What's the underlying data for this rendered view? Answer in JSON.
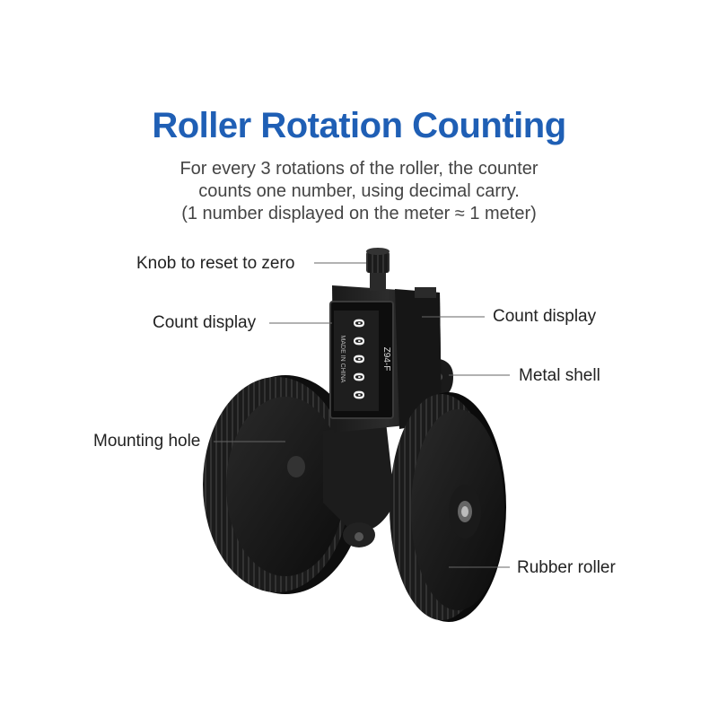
{
  "header": {
    "title": "Roller Rotation Counting",
    "lines": [
      "For every 3 rotations of the roller, the counter",
      "counts one number, using decimal carry.",
      "(1 number displayed on the meter ≈ 1 meter)"
    ]
  },
  "counter": {
    "model": "Z94-F",
    "origin": "MADE IN CHINA",
    "digits": [
      "0",
      "0",
      "0",
      "0",
      "0"
    ]
  },
  "callouts": {
    "knob": "Knob to reset to zero",
    "count_display_left": "Count display",
    "count_display_right": "Count display",
    "metal_shell": "Metal shell",
    "mounting_hole": "Mounting hole",
    "rubber_roller": "Rubber roller"
  },
  "colors": {
    "title": "#1f5fb5",
    "body": "#111111"
  },
  "icons": [
    "reset-knob-icon",
    "roller-wheel-icon"
  ]
}
